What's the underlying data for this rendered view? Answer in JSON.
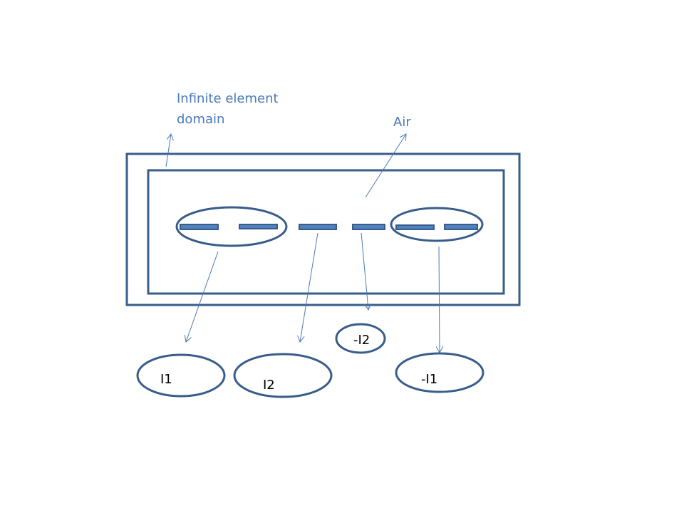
{
  "labels": {
    "infinite_line1": "Infinite element",
    "infinite_line2": "domain",
    "air": "Air"
  },
  "currents": {
    "i1": "I1",
    "i2": "I2",
    "neg_i2": "-I2",
    "neg_i1": "-I1"
  },
  "colors": {
    "stroke": "#385d8a",
    "conductor": "#4f81bd",
    "label": "#4a7ab8"
  }
}
